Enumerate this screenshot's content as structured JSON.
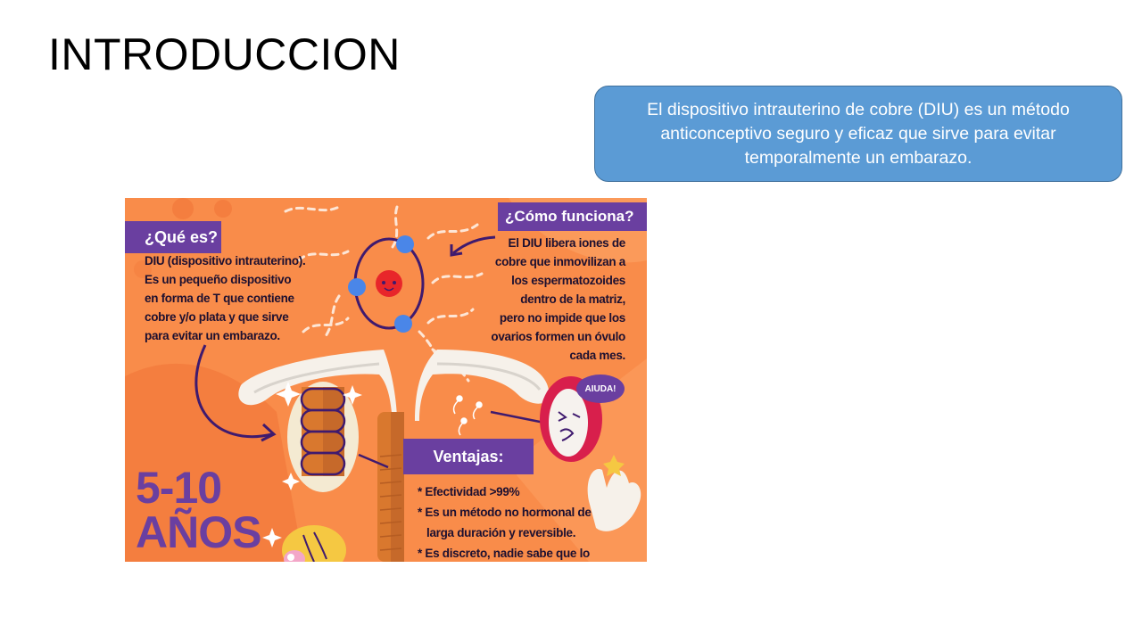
{
  "slide": {
    "title": "INTRODUCCION",
    "callout_text": "El dispositivo intrauterino de cobre (DIU) es un método anticonceptivo seguro y eficaz que sirve para evitar temporalmente un embarazo.",
    "callout_color": "#5b9bd5"
  },
  "infographic": {
    "que_es": {
      "heading": "¿Qué es?",
      "lines": [
        "DIU (dispositivo intrauterino).",
        "Es un pequeño dispositivo",
        "en forma de T que contiene",
        "cobre y/o plata y que sirve",
        "para evitar un embarazo."
      ]
    },
    "como_funciona": {
      "heading": "¿Cómo funciona?",
      "lines": [
        "El DIU libera iones de",
        "cobre que inmovilizan a",
        "los espermatozoides",
        "dentro de la matriz,",
        "pero no impide que los",
        "ovarios formen un óvulo",
        "cada mes."
      ]
    },
    "ventajas": {
      "heading": "Ventajas:",
      "items": [
        "* Efectividad >99%",
        "* Es un método no hormonal de",
        "larga duración y reversible.",
        "* Es discreto, nadie sabe que lo"
      ]
    },
    "duration": {
      "line1": "5-10",
      "line2": "AÑOS"
    },
    "speech_bubble": "AIUDA!",
    "colors": {
      "background": "#f98c4a",
      "purple": "#6a3fa0",
      "ion_blue": "#4a86e8",
      "atom_red": "#e8262a",
      "copper": "#d9782e"
    }
  }
}
